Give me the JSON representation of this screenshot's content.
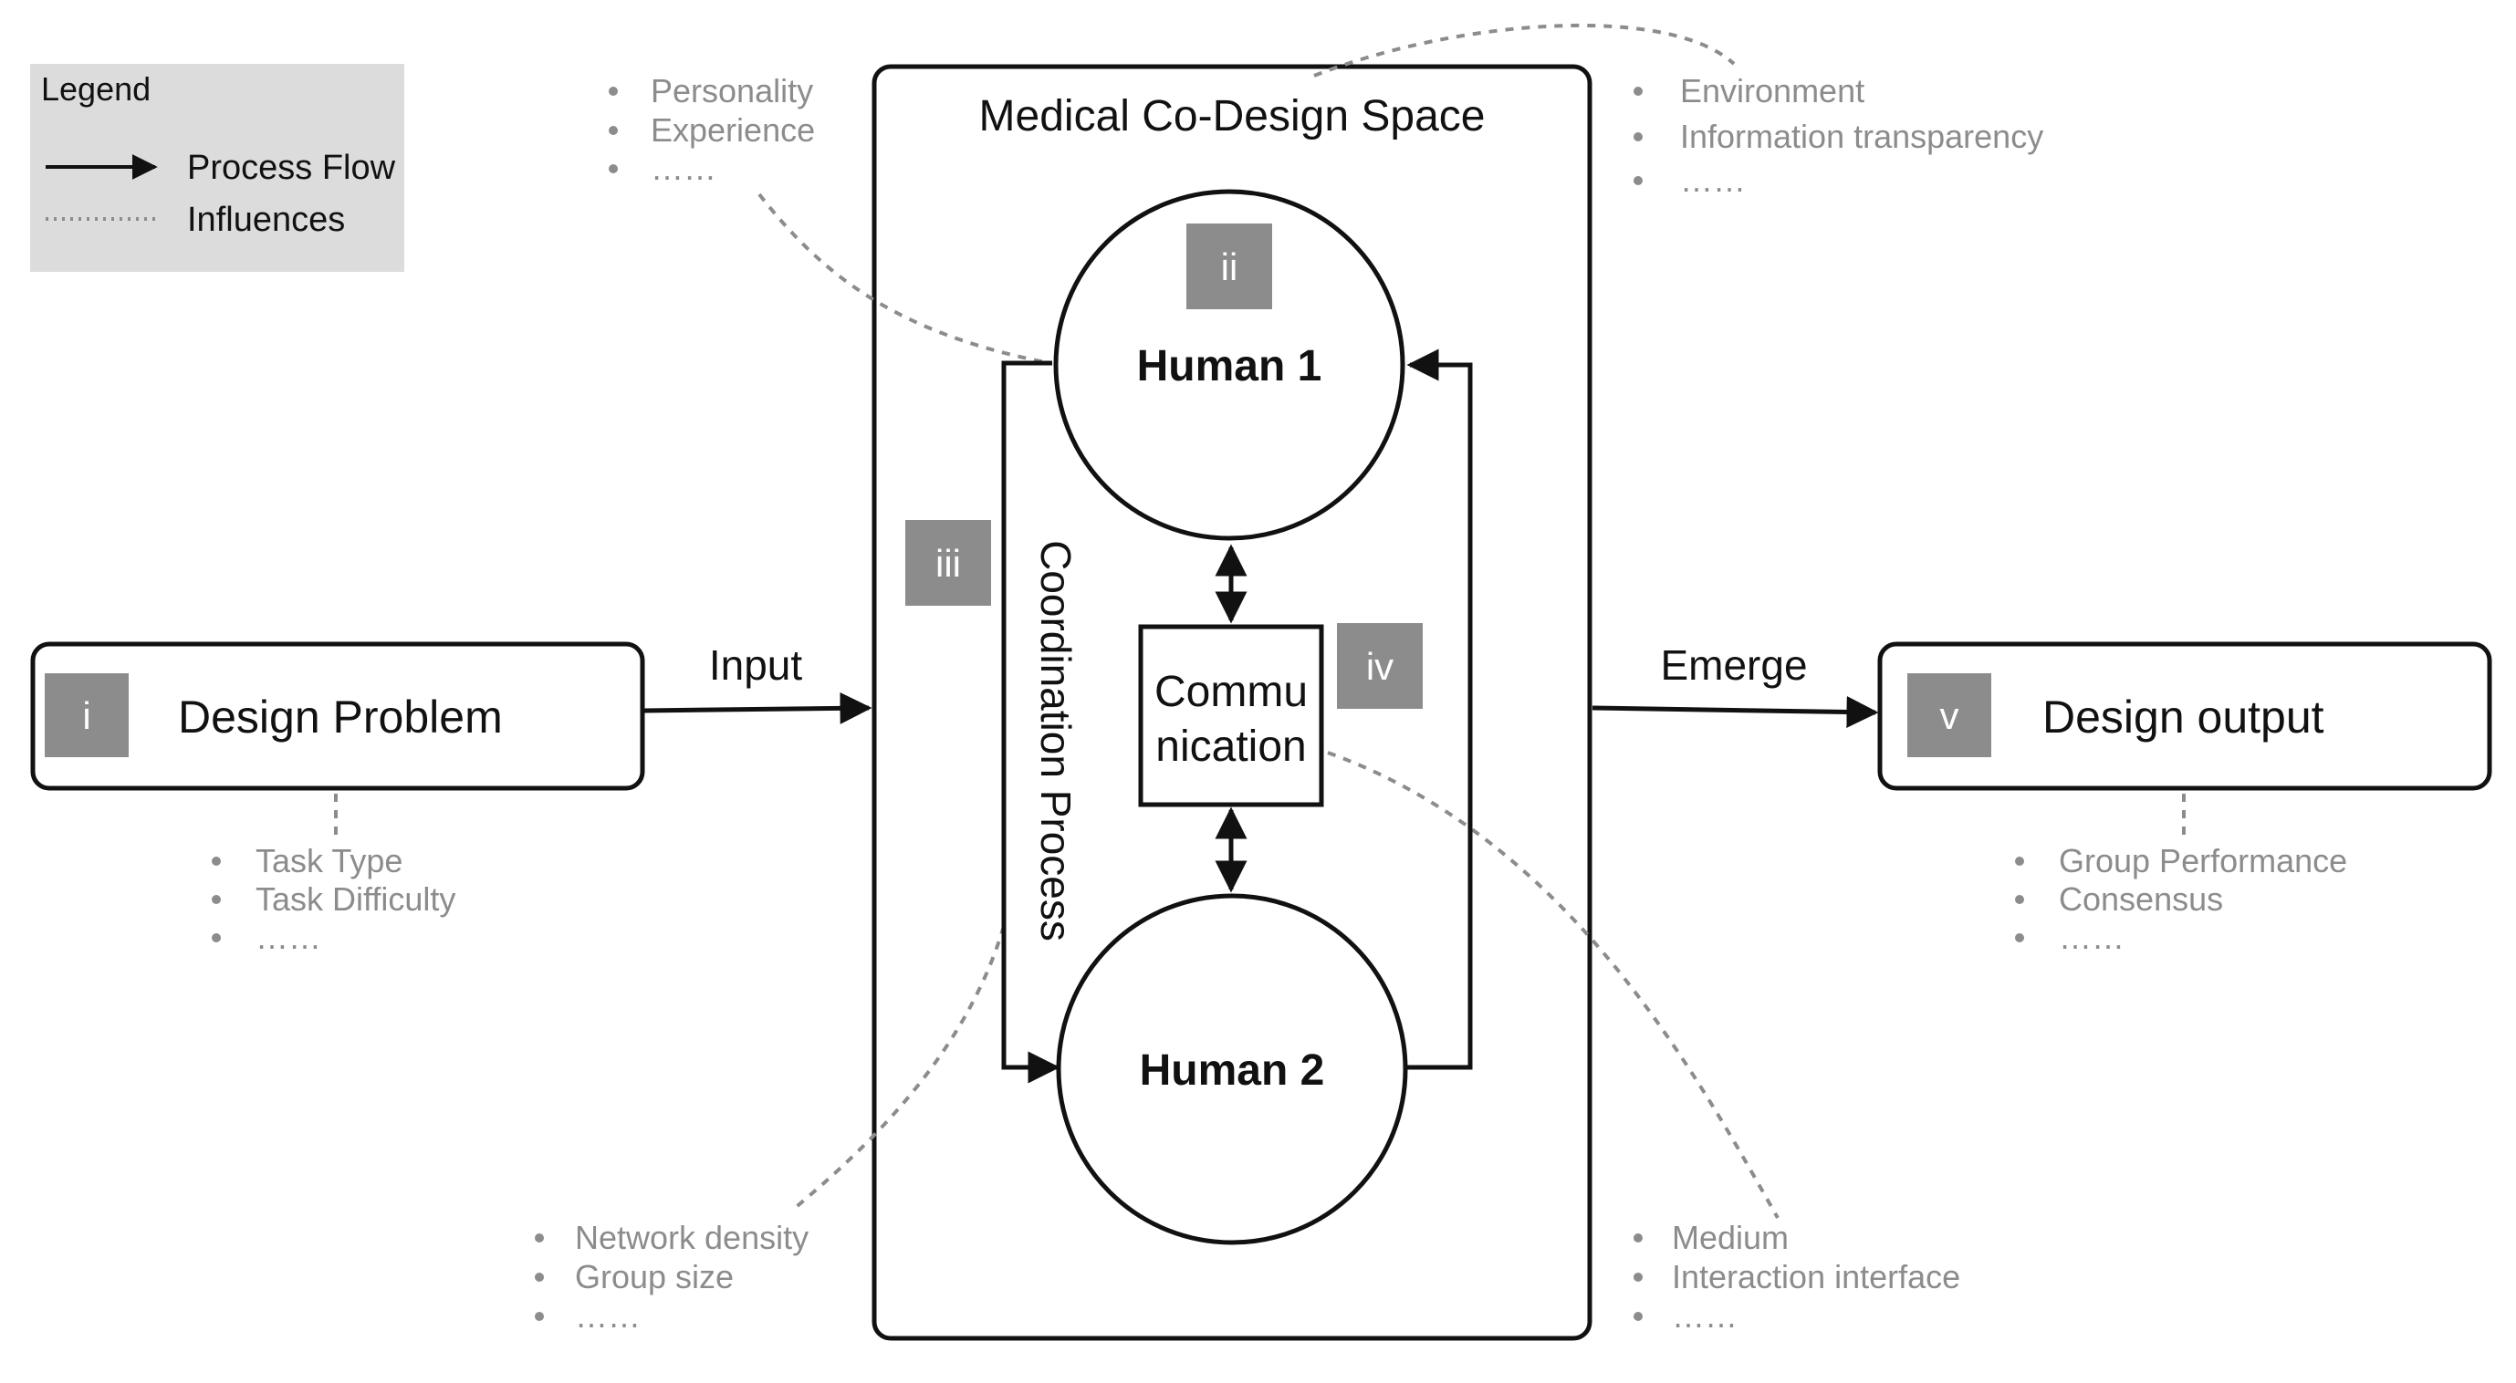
{
  "legend": {
    "title": "Legend",
    "process_flow": "Process Flow",
    "influences": "Influences"
  },
  "space": {
    "title": "Medical Co-Design Space"
  },
  "nodes": {
    "design_problem": {
      "badge": "i",
      "label": "Design Problem"
    },
    "human1": {
      "badge": "ii",
      "label": "Human 1"
    },
    "coordination": {
      "badge": "iii",
      "label": "Coordination Process"
    },
    "communication": {
      "badge": "iv",
      "line1": "Commu",
      "line2": "nication"
    },
    "human2": {
      "label": "Human 2"
    },
    "design_output": {
      "badge": "v",
      "label": "Design output"
    }
  },
  "flows": {
    "input": "Input",
    "emerge": "Emerge"
  },
  "factors": {
    "human_traits": [
      "Personality",
      "Experience",
      "……"
    ],
    "context": [
      "Environment",
      "Information transparency",
      "……"
    ],
    "task": [
      "Task Type",
      "Task Difficulty",
      "……"
    ],
    "outcome": [
      "Group Performance",
      "Consensus",
      "……"
    ],
    "network": [
      "Network density",
      "Group size",
      "……"
    ],
    "medium": [
      "Medium",
      "Interaction interface",
      "……"
    ]
  },
  "colors": {
    "badge": "#8c8c8c",
    "legend_bg": "#dcdcdc",
    "factor_text": "#8c8c8c",
    "line": "#111111"
  }
}
